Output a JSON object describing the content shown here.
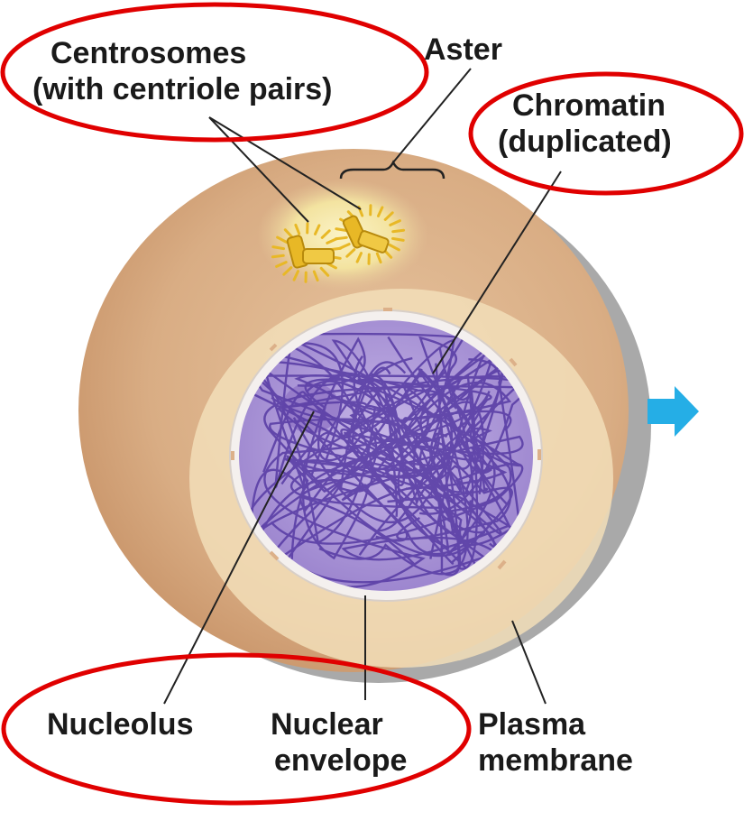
{
  "labels": {
    "centrosomes": {
      "line1": "Centrosomes",
      "line2": "(with centriole pairs)"
    },
    "aster": "Aster",
    "chromatin": {
      "line1": "Chromatin",
      "line2": "(duplicated)"
    },
    "nucleolus": "Nucleolus",
    "nuclear_envelope": {
      "line1": "Nuclear",
      "line2": "envelope"
    },
    "plasma_membrane": {
      "line1": "Plasma",
      "line2": "membrane"
    }
  },
  "colors": {
    "cytoplasm": "#dcb089",
    "cell_shadow": "#a9a9a9",
    "nucleus_fill": "#b4a0d8",
    "chromatin_strand": "#5a3fa6",
    "nuclear_envelope": "#f4f0ee",
    "aster_glow": "#f6e79e",
    "centriole": "#e8b826",
    "highlight_ellipse": "#e00000",
    "leader_line": "#222222",
    "arrow": "#25aee6"
  }
}
